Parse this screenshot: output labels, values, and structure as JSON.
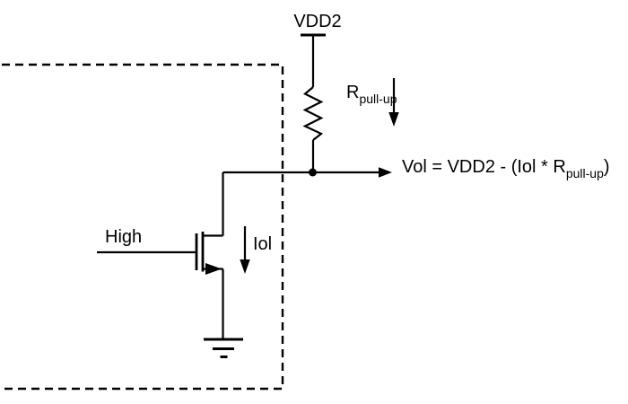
{
  "labels": {
    "vdd2": "VDD2",
    "r_main": "R",
    "r_sub": "pull-up",
    "rpullup_full": "R pull-up",
    "high": "High",
    "iol": "Iol",
    "formula_main": "Vol = VDD2 - (Iol * R",
    "formula_sub": "pull-up",
    "formula_close": ")",
    "formula_full": "Vol = VDD2 - (Iol * R pull-up)"
  },
  "colors": {
    "line": "#000000",
    "background": "#ffffff"
  }
}
